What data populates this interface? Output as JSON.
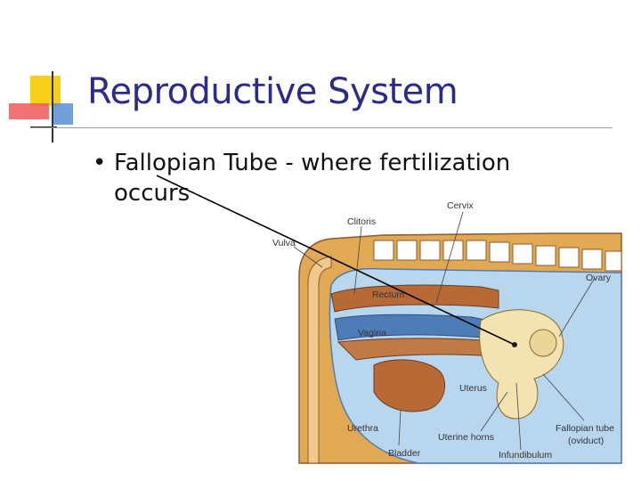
{
  "slide": {
    "title": "Reproductive System",
    "bullets": [
      {
        "text": "Fallopian Tube - where fertilization occurs"
      }
    ]
  },
  "diagram": {
    "labels": {
      "clitoris": "Clitoris",
      "cervix": "Cervix",
      "vulva": "Vulva",
      "ovary": "Ovary",
      "rectum": "Rectum",
      "vagina": "Vagina",
      "uterus": "Uterus",
      "urethra": "Urethra",
      "uterine_horns": "Uterine horns",
      "fallopian_tube": "Fallopian tube",
      "oviduct": "(oviduct)",
      "bladder": "Bladder",
      "infundibulum": "Infundibulum"
    }
  },
  "colors": {
    "title": "#2b2b8a",
    "logo_yellow": "#f7d117",
    "logo_red": "#ef5a5a",
    "logo_blue": "#5a8fd6",
    "tan": "#e2a955",
    "cavity_blue": "#b9d6ef",
    "organ_blue": "#4e7cb6",
    "organ_brown": "#b86a36"
  }
}
